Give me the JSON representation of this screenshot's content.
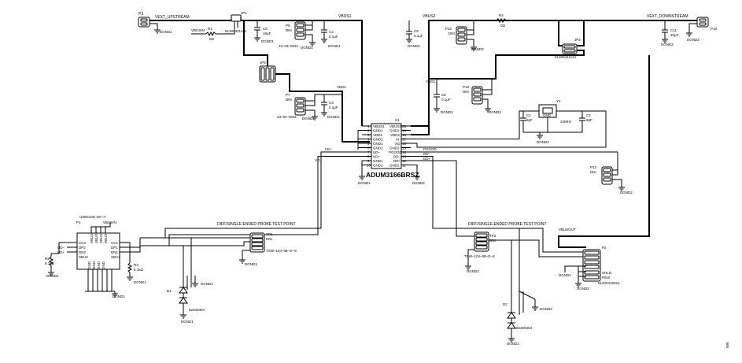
{
  "labels": {
    "vext_up": "VEXT_UPSTREAM",
    "vext_down": "VEXT_DOWNSTREAM",
    "vbus1": "VBUS1",
    "vbus2": "VBUS2",
    "vbusin": "VBUSIN",
    "vbusout": "VBUSOUT",
    "vdd1": "VDD1",
    "vdd2": "VDD2",
    "ud_plus": "UD+",
    "ud_minus": "UD–",
    "dd_plus": "DD+",
    "dd_minus": "DD–",
    "pgood": "PGOOD",
    "probe_title": "DIFF/SINGLE-ENDED PROBE TEST POINT",
    "probe_title2": "DIFF/SINGLE-ENDED PROBE TEST POINT",
    "shld": "SHLD",
    "pins": "PINS",
    "fig_no": "006"
  },
  "components": {
    "u1": {
      "ref": "U1",
      "part": "ADUM3166BRSZ",
      "left_pins": [
        {
          "num": "1",
          "name": "VBUS1"
        },
        {
          "num": "2",
          "name": "GND1"
        },
        {
          "num": "3",
          "name": "VDD1"
        },
        {
          "num": "4",
          "name": "GND1"
        },
        {
          "num": "5",
          "name": "GND1"
        },
        {
          "num": "6",
          "name": "GND1"
        },
        {
          "num": "7",
          "name": "UD–"
        },
        {
          "num": "8",
          "name": "UD+"
        },
        {
          "num": "9",
          "name": "GND1"
        },
        {
          "num": "10",
          "name": "GND1"
        }
      ],
      "right_pins": [
        {
          "num": "20",
          "name": "VBUS2"
        },
        {
          "num": "19",
          "name": "GND2"
        },
        {
          "num": "18",
          "name": "VDD2"
        },
        {
          "num": "17",
          "name": "XI"
        },
        {
          "num": "16",
          "name": "XO"
        },
        {
          "num": "15",
          "name": "GND2"
        },
        {
          "num": "14",
          "name": "PGOOD"
        },
        {
          "num": "13",
          "name": "DD–"
        },
        {
          "num": "12",
          "name": "DD+"
        },
        {
          "num": "11",
          "name": "GND2"
        }
      ]
    },
    "p3": "P3",
    "p18": "P18",
    "jp1": {
      "ref": "JP1",
      "part": "61300421121",
      "pin1": "1",
      "pin2": "2"
    },
    "jp2": {
      "ref": "JP2",
      "part": "61300421121"
    },
    "jp3": "JP3",
    "r1": {
      "ref": "R1",
      "value": "0Ω"
    },
    "r4": {
      "ref": "R4",
      "value": "0Ω"
    },
    "r2": {
      "ref": "R2",
      "value": "5.1kΩ"
    },
    "r3": {
      "ref": "R3",
      "value": "5.1kΩ"
    },
    "c9": {
      "ref": "C9",
      "value": "10μF"
    },
    "c4": {
      "ref": "C4",
      "value": "0.1μF"
    },
    "c3": {
      "ref": "C3",
      "value": "0.1μF"
    },
    "c5": {
      "ref": "C5",
      "value": "0.1μF"
    },
    "c6": {
      "ref": "C6",
      "value": "0.1μF"
    },
    "c11": {
      "ref": "C11",
      "value": "10μF"
    },
    "c1": {
      "ref": "C1",
      "value": "8pF"
    },
    "c2": {
      "ref": "C2",
      "value": "8pF"
    },
    "p9": {
      "ref": "P9",
      "dni": "DNI",
      "part": "23–03–0031"
    },
    "p7": {
      "ref": "P7",
      "dni": "DNI",
      "part": "23–03–0031"
    },
    "p10": {
      "ref": "P10",
      "dni": "DNI"
    },
    "p12": {
      "ref": "P12",
      "dni": "DNI"
    },
    "p13": {
      "ref": "P13",
      "dni": "DNI"
    },
    "y2": {
      "ref": "Y2",
      "freq": "24MHz",
      "gnd": "GND"
    },
    "p1": {
      "ref": "P1",
      "part": "USB4105–GF–A",
      "vbusin": "VBUSIN",
      "left_pins": [
        "CC2",
        "DP2",
        "DN2",
        "SBU2"
      ],
      "right_pins": [
        "CC1",
        "DP1",
        "DN1",
        "SBU1"
      ],
      "top_pins": [
        "VBUS",
        "VBUS",
        "VBUS",
        "VBUS"
      ],
      "bottom_pins": [
        "GND",
        "GND",
        "GND",
        "GND"
      ]
    },
    "tp1": {
      "ref": "TP1",
      "dni": "DNI",
      "part": "TSW–104–08–G–S"
    },
    "tp2": {
      "ref": "TP2",
      "dni": "DNI",
      "part": "TSW–104–08–G–S"
    },
    "p2": {
      "ref": "P2",
      "part": "61400416021"
    },
    "d1": {
      "ref": "D1",
      "part": "82400304"
    },
    "d2": {
      "ref": "D2",
      "part": "82400304"
    }
  },
  "grounds": {
    "dgnd1": "DGND1",
    "dgnd2": "DGND2"
  }
}
